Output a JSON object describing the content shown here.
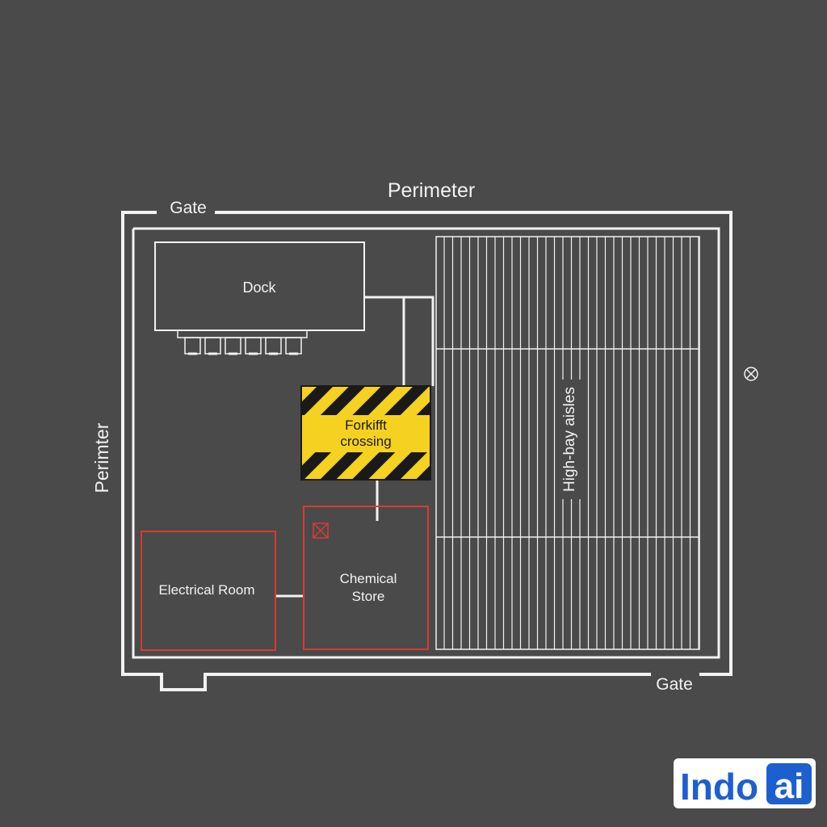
{
  "labels": {
    "perimeter_top": "Perimeter",
    "perimeter_left": "Perimter",
    "gate_top": "Gate",
    "gate_bottom": "Gate",
    "dock": "Dock",
    "forklift_line1": "Forkifft",
    "forklift_line2": "crossing",
    "high_bay": "High-bay aisles",
    "electrical": "Electrical Room",
    "chemical_line1": "Chemical",
    "chemical_line2": "Store"
  },
  "logo": {
    "part1": "Indo",
    "part2": "ai"
  },
  "icons": {
    "marker": "circle-x-icon",
    "hazard": "square-x-icon"
  },
  "colors": {
    "background": "#4a4a4a",
    "line": "#f2f2f2",
    "hazard_zone": "#d93a32",
    "caution_yellow": "#f5d21f",
    "caution_black": "#1a1a1a",
    "logo_blue": "#1e5fd0"
  }
}
